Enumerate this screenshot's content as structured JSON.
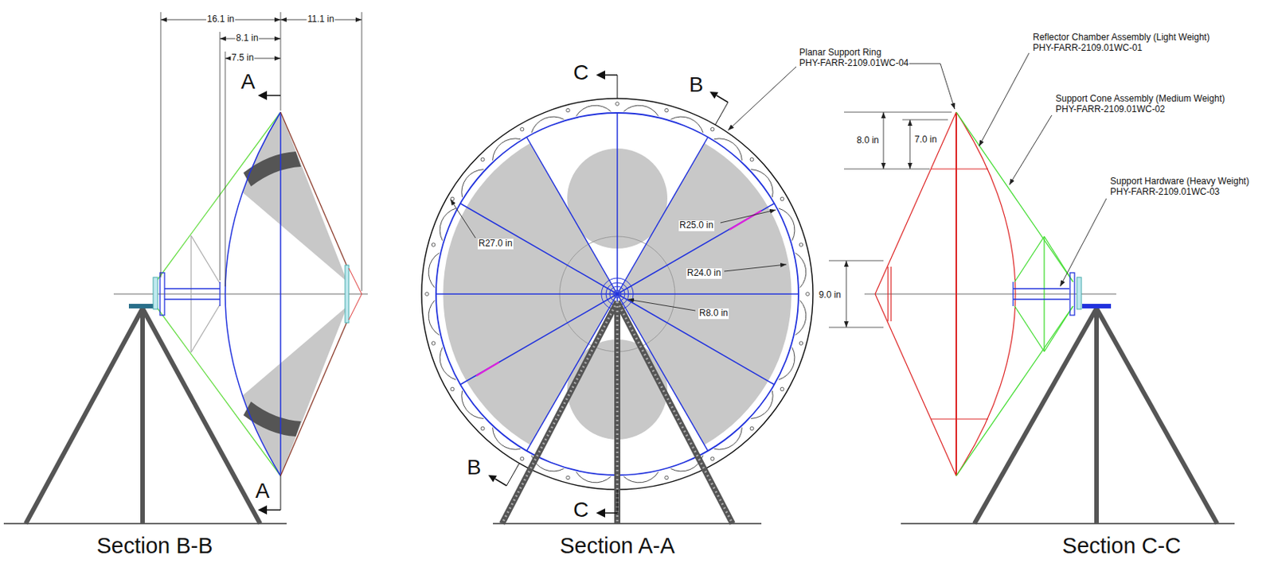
{
  "diagram": {
    "labels": [
      "16.1 in",
      "8.1 in",
      "7.5 in",
      "11.1 in",
      "A",
      "A",
      "C",
      "B",
      "R27.0 in",
      "R25.0 in",
      "R24.0 in",
      "R8.0 in",
      "B",
      "C",
      "Planar Support Ring",
      "PHY-FARR-2109.01WC-04",
      "Reflector Chamber Assembly (Light Weight)",
      "PHY-FARR-2109.01WC-01",
      "Support Cone Assembly (Medium Weight)",
      "PHY-FARR-2109.01WC-02",
      "Support Hardware (Heavy Weight)",
      "PHY-FARR-2109.01WC-03",
      "8.0 in",
      "7.0 in",
      "9.0 in",
      "Section B-B",
      "Section A-A",
      "Section C-C"
    ]
  }
}
